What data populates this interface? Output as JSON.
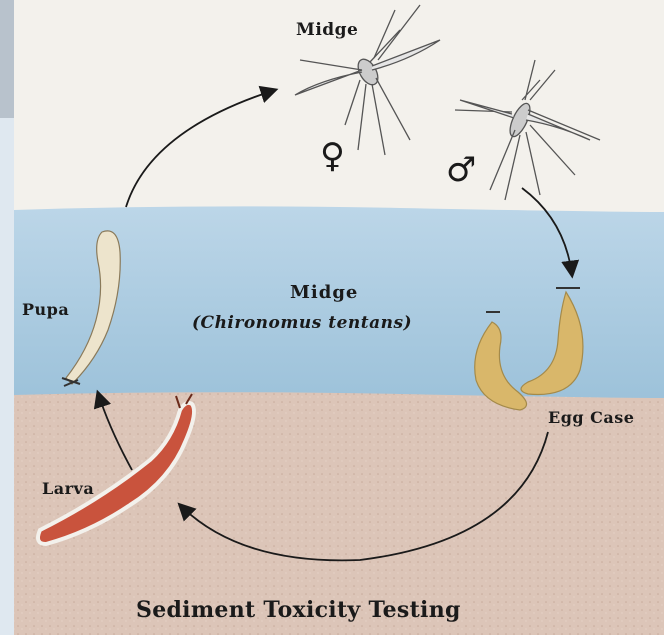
{
  "labels": {
    "midge_top": "Midge",
    "midge_center": "Midge",
    "species": "(Chironomus tentans)",
    "pupa": "Pupa",
    "larva": "Larva",
    "egg_case": "Egg Case",
    "title": "Sediment Toxicity Testing"
  },
  "symbols": {
    "female": "♀",
    "male": "♂"
  },
  "colors": {
    "air": "#f3f1ec",
    "water": "#a9cbe0",
    "sediment": "#d9c1b3",
    "larva": "#c9533d",
    "egg_case": "#d9b76a",
    "side_bar": "#b8c2cc"
  }
}
